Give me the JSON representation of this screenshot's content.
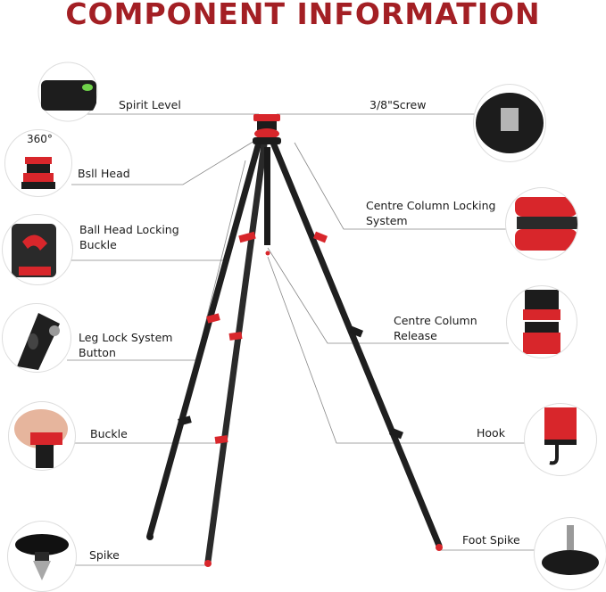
{
  "title": "COMPONENT INFORMATION",
  "badge": "360°",
  "labels": {
    "spirit_level": "Spirit Level",
    "ball_head": "Bsll Head",
    "ball_head_locking_1": "Ball Head Locking",
    "ball_head_locking_2": "Buckle",
    "leg_lock_1": "Leg Lock System",
    "leg_lock_2": "Button",
    "buckle": "Buckle",
    "spike": "Spike",
    "screw": "3/8\"Screw",
    "centre_locking_1": "Centre Column Locking",
    "centre_locking_2": "System",
    "centre_release_1": "Centre Column",
    "centre_release_2": "Release",
    "hook": "Hook",
    "foot_spike": "Foot Spike"
  },
  "colors": {
    "accent": "#a31f24",
    "red": "#d8262b",
    "black": "#1c1c1c"
  }
}
